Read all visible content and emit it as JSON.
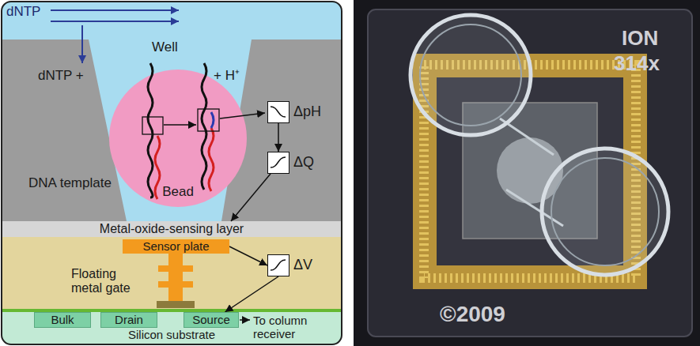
{
  "diagram": {
    "nodes": [
      {
        "text": [
          "Bead"
        ]
      },
      {
        "text": [
          "ΔpH"
        ]
      },
      {
        "text": [
          "ΔQ"
        ]
      },
      {
        "text": [
          "Metal-oxide-sensing layer"
        ]
      },
      {
        "text": [
          "Sensor plate"
        ]
      },
      {
        "text": [
          "ΔV"
        ]
      },
      {
        "text": [
          "Silicon substrate"
        ]
      },
      {
        "text": [
          "Bulk"
        ],
        "in": 6
      },
      {
        "text": [
          "Drain"
        ],
        "in": 6
      },
      {
        "text": [
          "Source"
        ],
        "in": 6
      }
    ],
    "edges": [
      {
        "from": 1,
        "to": 2,
        "arrow": "to"
      },
      {
        "from": 2,
        "to": 3,
        "arrow": "to"
      },
      {
        "from": 4,
        "to": 5,
        "arrow": "to"
      },
      {
        "from": 5,
        "to": 9,
        "arrow": "to"
      }
    ],
    "labels": [
      "dNTP",
      "Well",
      "dNTP +",
      "+ H⁺",
      "DNA template",
      "Floating metal gate",
      "To column receiver",
      "ION",
      "314x",
      "©2009"
    ]
  }
}
